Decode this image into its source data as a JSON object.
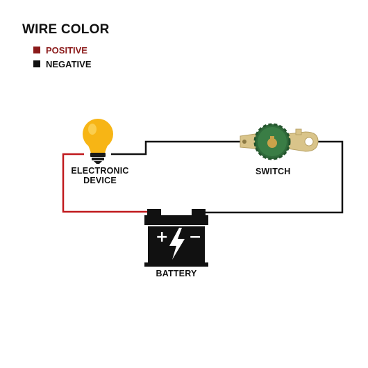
{
  "legend": {
    "title": "WIRE COLOR",
    "items": [
      {
        "label": "POSITIVE",
        "color": "#8b1a1a"
      },
      {
        "label": "NEGATIVE",
        "color": "#111111"
      }
    ]
  },
  "components": {
    "device_label_line1": "ELECTRONIC",
    "device_label_line2": "DEVICE",
    "switch_label": "SWITCH",
    "battery_label": "BATTERY"
  },
  "colors": {
    "positive_wire": "#c0191d",
    "negative_wire": "#111111",
    "bulb_glass": "#f7b515",
    "bulb_base": "#1a1a1a",
    "switch_knob": "#2f6a3a",
    "switch_brass": "#d9c48a",
    "battery_body": "#111111"
  },
  "icons": {
    "bulb": "light-bulb-icon",
    "switch": "battery-disconnect-switch-icon",
    "battery": "car-battery-icon"
  }
}
